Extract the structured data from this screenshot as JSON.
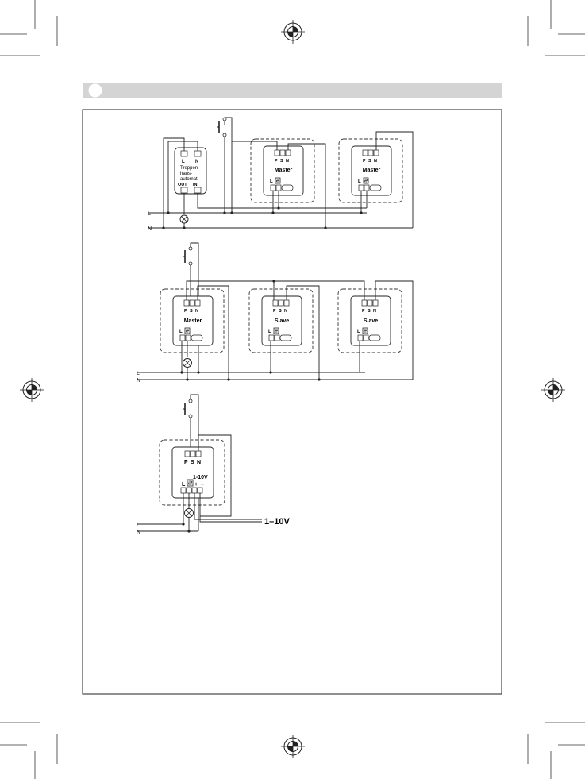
{
  "section_header": {
    "badge_color": "#ffffff",
    "bar_color": "#d4d4d4"
  },
  "diagram1": {
    "stairwell_timer": {
      "top_terminals": [
        "L",
        "N"
      ],
      "name_lines": [
        "Treppen-",
        "haus-",
        "automat"
      ],
      "bottom_terminals": [
        "OUT",
        "IN"
      ]
    },
    "devices": [
      {
        "terminals": [
          "P",
          "S",
          "N"
        ],
        "role": "Master",
        "load_terminal": "L"
      },
      {
        "terminals": [
          "P",
          "S",
          "N"
        ],
        "role": "Master",
        "load_terminal": "L"
      }
    ],
    "lines": {
      "l": "L",
      "n": "N"
    }
  },
  "diagram2": {
    "devices": [
      {
        "terminals": [
          "P",
          "S",
          "N"
        ],
        "role": "Master",
        "load_terminal": "L"
      },
      {
        "terminals": [
          "P",
          "S",
          "N"
        ],
        "role": "Slave",
        "load_terminal": "L"
      },
      {
        "terminals": [
          "P",
          "S",
          "N"
        ],
        "role": "Slave",
        "load_terminal": "L"
      }
    ],
    "lines": {
      "l": "L",
      "n": "N"
    }
  },
  "diagram3": {
    "device": {
      "terminals": [
        "P",
        "S",
        "N"
      ],
      "dim_label": "1-10V",
      "load_terminal": "L",
      "plus": "+",
      "minus": "–"
    },
    "output_label": "1–10V",
    "lines": {
      "l": "L",
      "n": "N"
    }
  }
}
